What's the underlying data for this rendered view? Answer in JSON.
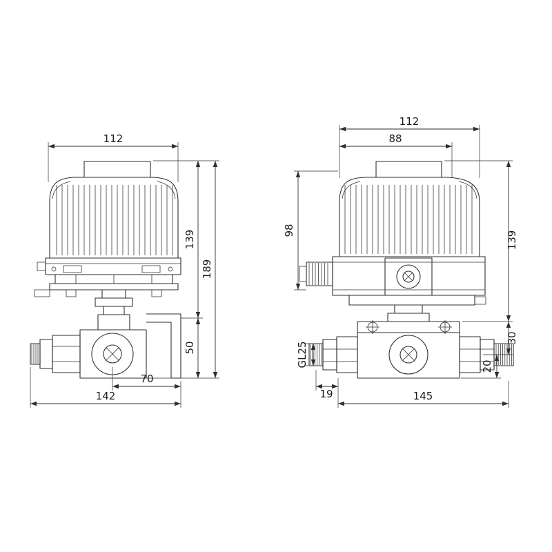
{
  "views": {
    "side": {
      "dims": {
        "top_width": "112",
        "body_height": "139",
        "total_height": "189",
        "valve_height": "50",
        "port_offset": "70",
        "total_width": "142"
      }
    },
    "front": {
      "dims": {
        "top_width": "112",
        "inner_width": "88",
        "side_height": "98",
        "body_height": "139",
        "flange_height": "30",
        "port_height": "20",
        "thread_label": "GL25",
        "gland_offset": "19",
        "total_width": "145"
      }
    }
  },
  "colors": {
    "line": "#2e2e2e",
    "background": "#ffffff"
  }
}
